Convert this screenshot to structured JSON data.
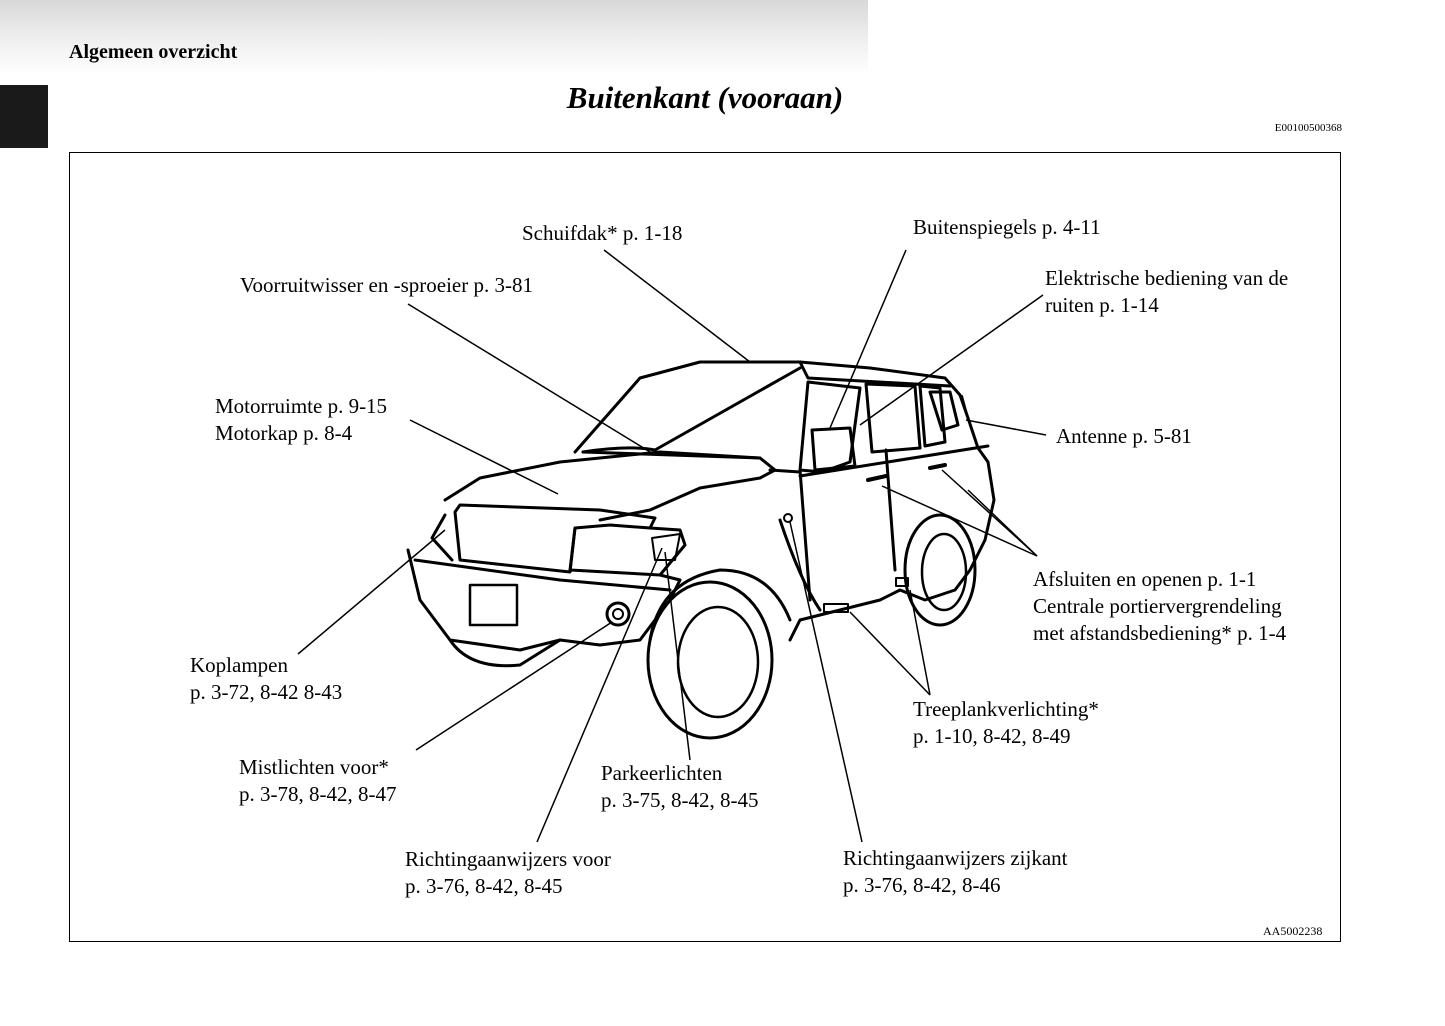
{
  "header": {
    "section": "Algemeen overzicht",
    "title": "Buitenkant (vooraan)",
    "code": "E00100500368"
  },
  "figure": {
    "code": "AA5002238",
    "callouts": {
      "schuifdak": [
        "Schuifdak* p. 1-18"
      ],
      "buitenspiegels": [
        "Buitenspiegels p. 4-11"
      ],
      "voorruitwisser": [
        "Voorruitwisser en -sproeier p. 3-81"
      ],
      "elektrische_ramen": [
        "Elektrische bediening van de",
        "ruiten p. 1-14"
      ],
      "motorruimte": [
        "Motorruimte p. 9-15",
        "Motorkap p. 8-4"
      ],
      "antenne": [
        "Antenne p. 5-81"
      ],
      "afsluiten": [
        "Afsluiten en openen p. 1-1",
        "Centrale portiervergrendeling",
        "met afstandsbediening* p. 1-4"
      ],
      "koplampen": [
        "Koplampen",
        "p. 3-72, 8-42 8-43"
      ],
      "treeplank": [
        "Treeplankverlichting*",
        "p. 1-10, 8-42, 8-49"
      ],
      "mistlichten": [
        "Mistlichten voor*",
        "p. 3-78, 8-42, 8-47"
      ],
      "parkeerlichten": [
        "Parkeerlichten",
        "p. 3-75, 8-42, 8-45"
      ],
      "richting_voor": [
        "Richtingaanwijzers voor",
        "p. 3-76, 8-42, 8-45"
      ],
      "richting_zijkant": [
        "Richtingaanwijzers zijkant",
        "p. 3-76, 8-42, 8-46"
      ]
    }
  }
}
